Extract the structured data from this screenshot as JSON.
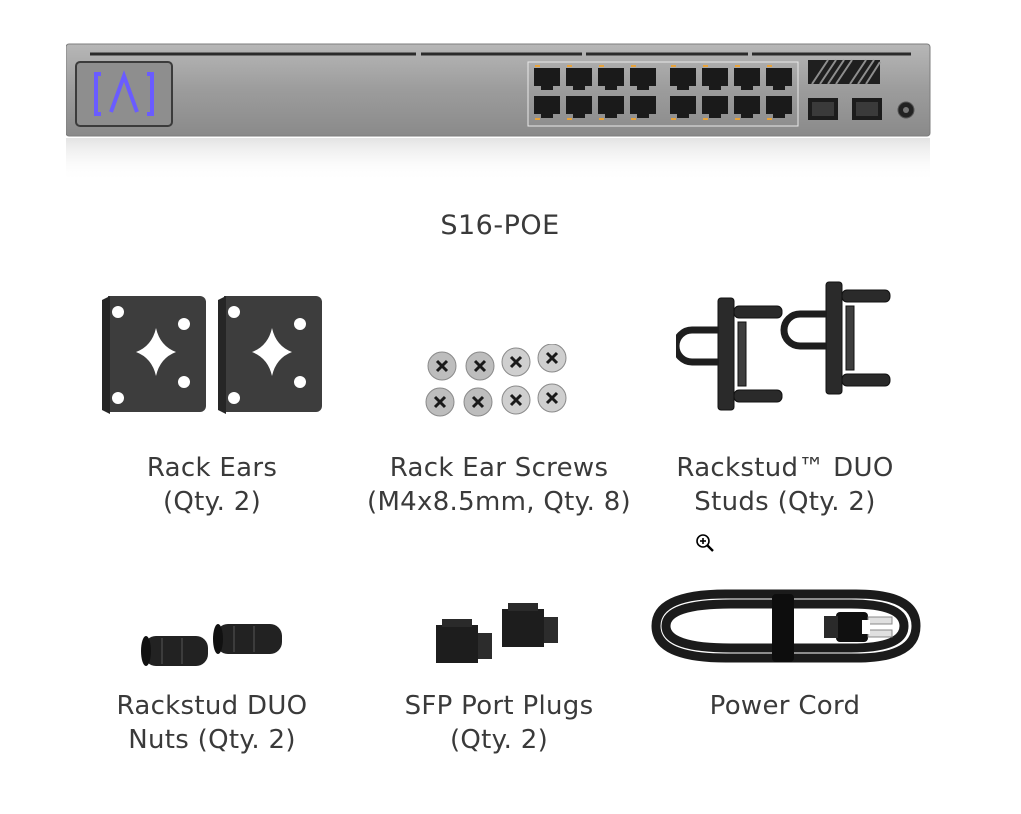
{
  "product": {
    "model": "S16-POE"
  },
  "items": [
    {
      "line1": "Rack Ears",
      "line2": "(Qty. 2)",
      "icon": "rack-ears"
    },
    {
      "line1": "Rack Ear Screws",
      "line2": "(M4x8.5mm, Qty. 8)",
      "icon": "rack-ear-screws"
    },
    {
      "line1": "Rackstud™ DUO",
      "line2": "Studs (Qty. 2)",
      "icon": "rackstud-duo-studs"
    },
    {
      "line1": "Rackstud DUO",
      "line2": "Nuts (Qty. 2)",
      "icon": "rackstud-duo-nuts"
    },
    {
      "line1": "SFP Port Plugs",
      "line2": "(Qty. 2)",
      "icon": "sfp-port-plugs"
    },
    {
      "line1": "Power Cord",
      "line2": "",
      "icon": "power-cord"
    }
  ],
  "cursor": {
    "icon": "zoom-in-cursor"
  },
  "colors": {
    "chassis": "#9a9a9a",
    "logo_accent": "#6a5cff",
    "port_fill": "#1a1a1a",
    "port_led": "#e8a33a"
  }
}
